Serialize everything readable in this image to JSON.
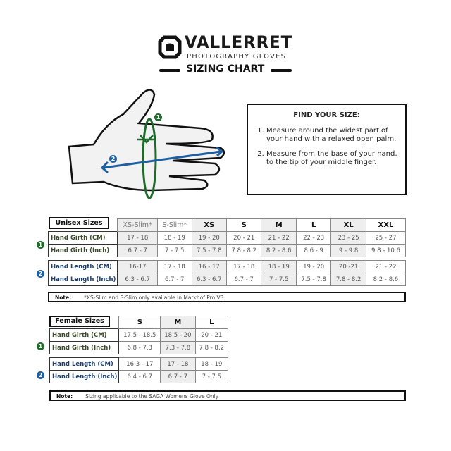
{
  "brand": {
    "name": "VALLERRET",
    "tagline": "PHOTOGRAPHY GLOVES",
    "title": "SIZING CHART"
  },
  "instructions": {
    "heading": "FIND YOUR SIZE:",
    "steps": [
      "Measure around the widest part of your hand with a relaxed open palm.",
      "Measure from the base of your hand, to the tip of your middle finger."
    ]
  },
  "diagram": {
    "girth_badge": "1",
    "length_badge": "2"
  },
  "colors": {
    "girth": "#1e6b2c",
    "length": "#1d5fa0"
  },
  "unisex": {
    "title": "Unisex Sizes",
    "sizes": [
      "XS-Slim*",
      "S-Slim*",
      "XS",
      "S",
      "M",
      "L",
      "XL",
      "XXL"
    ],
    "rows": [
      {
        "label": "Hand Girth (CM)",
        "values": [
          "17 - 18",
          "18 - 19",
          "19 - 20",
          "20 - 21",
          "21 - 22",
          "22 - 23",
          "23 - 25",
          "25 - 27"
        ]
      },
      {
        "label": "Hand Girth (Inch)",
        "values": [
          "6.7 - 7",
          "7 - 7.5",
          "7.5 - 7.8",
          "7.8 - 8.2",
          "8.2 - 8.6",
          "8.6 - 9",
          "9 - 9.8",
          "9.8 - 10.6"
        ]
      },
      {
        "label": "Hand Length (CM)",
        "values": [
          "16-17",
          "17 - 18",
          "16 - 17",
          "17 - 18",
          "18 - 19",
          "19 - 20",
          "20 -21",
          "21 - 22"
        ]
      },
      {
        "label": "Hand Length (Inch)",
        "values": [
          "6.3 - 6.7",
          "6.7 - 7",
          "6.3 - 6.7",
          "6.7 - 7",
          "7 - 7.5",
          "7.5 - 7.8",
          "7.8 - 8.2",
          "8.2 - 8.6"
        ]
      }
    ],
    "note_label": "Note:",
    "note": "*XS-Slim and S-Slim only available in Markhof Pro V3"
  },
  "female": {
    "title": "Female Sizes",
    "sizes": [
      "S",
      "M",
      "L"
    ],
    "rows": [
      {
        "label": "Hand Girth (CM)",
        "values": [
          "17.5 - 18.5",
          "18.5 - 20",
          "20 - 21"
        ]
      },
      {
        "label": "Hand Girth (Inch)",
        "values": [
          "6.8 - 7.3",
          "7.3 - 7.8",
          "7.8 - 8.2"
        ]
      },
      {
        "label": "Hand Length (CM)",
        "values": [
          "16.3 - 17",
          "17 - 18",
          "18 - 19"
        ]
      },
      {
        "label": "Hand Length (Inch)",
        "values": [
          "6.4 - 6.7",
          "6.7 - 7",
          "7 - 7.5"
        ]
      }
    ],
    "note_label": "Note:",
    "note": "Sizing applicable to the SAGA Womens Glove Only"
  }
}
